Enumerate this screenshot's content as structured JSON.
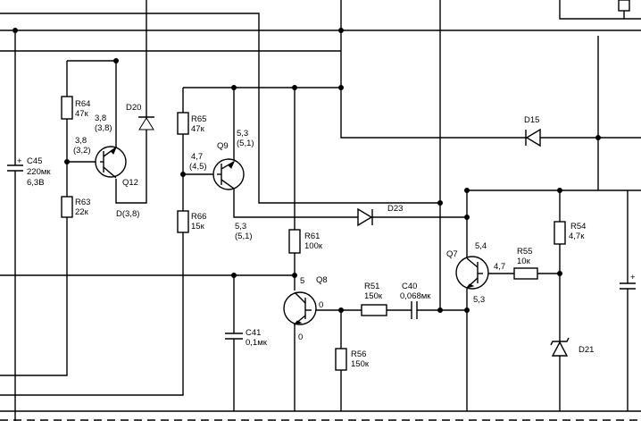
{
  "components": {
    "c45": {
      "ref": "C45",
      "value": "220мк",
      "voltage": "6,3В",
      "polarity": "+"
    },
    "r64": {
      "ref": "R64",
      "value": "47к"
    },
    "r63": {
      "ref": "R63",
      "value": "22к"
    },
    "q12": {
      "ref": "Q12",
      "v_top": "3,8",
      "v_top_alt": "(3,8)",
      "v_base": "3,8",
      "v_base_alt": "(3,2)",
      "v_bottom": "D(3,8)"
    },
    "d20": {
      "ref": "D20"
    },
    "r65": {
      "ref": "R65",
      "value": "47к"
    },
    "r66": {
      "ref": "R66",
      "value": "15к"
    },
    "q9": {
      "ref": "Q9",
      "v_emit": "5,3",
      "v_emit_alt": "(5,1)",
      "v_base": "4,7",
      "v_base_alt": "(4,5)",
      "v_coll": "5,3",
      "v_coll_alt": "(5,1)"
    },
    "d15": {
      "ref": "D15"
    },
    "d23": {
      "ref": "D23"
    },
    "r61": {
      "ref": "R61",
      "value": "100к"
    },
    "q8": {
      "ref": "Q8",
      "v_coll": "5",
      "v_base": "0",
      "v_emit": "0"
    },
    "c41": {
      "ref": "C41",
      "value": "0,1мк"
    },
    "r51": {
      "ref": "R51",
      "value": "150к"
    },
    "c40": {
      "ref": "C40",
      "value": "0,068мк"
    },
    "r56": {
      "ref": "R56",
      "value": "150к"
    },
    "q7": {
      "ref": "Q7",
      "v_coll": "5,4",
      "v_emit": "5,3",
      "v_base": "4,7"
    },
    "r55": {
      "ref": "R55",
      "value": "10к"
    },
    "r54": {
      "ref": "R54",
      "value": "4,7к"
    },
    "d21": {
      "ref": "D21"
    },
    "c_right": {
      "polarity": "+"
    }
  }
}
